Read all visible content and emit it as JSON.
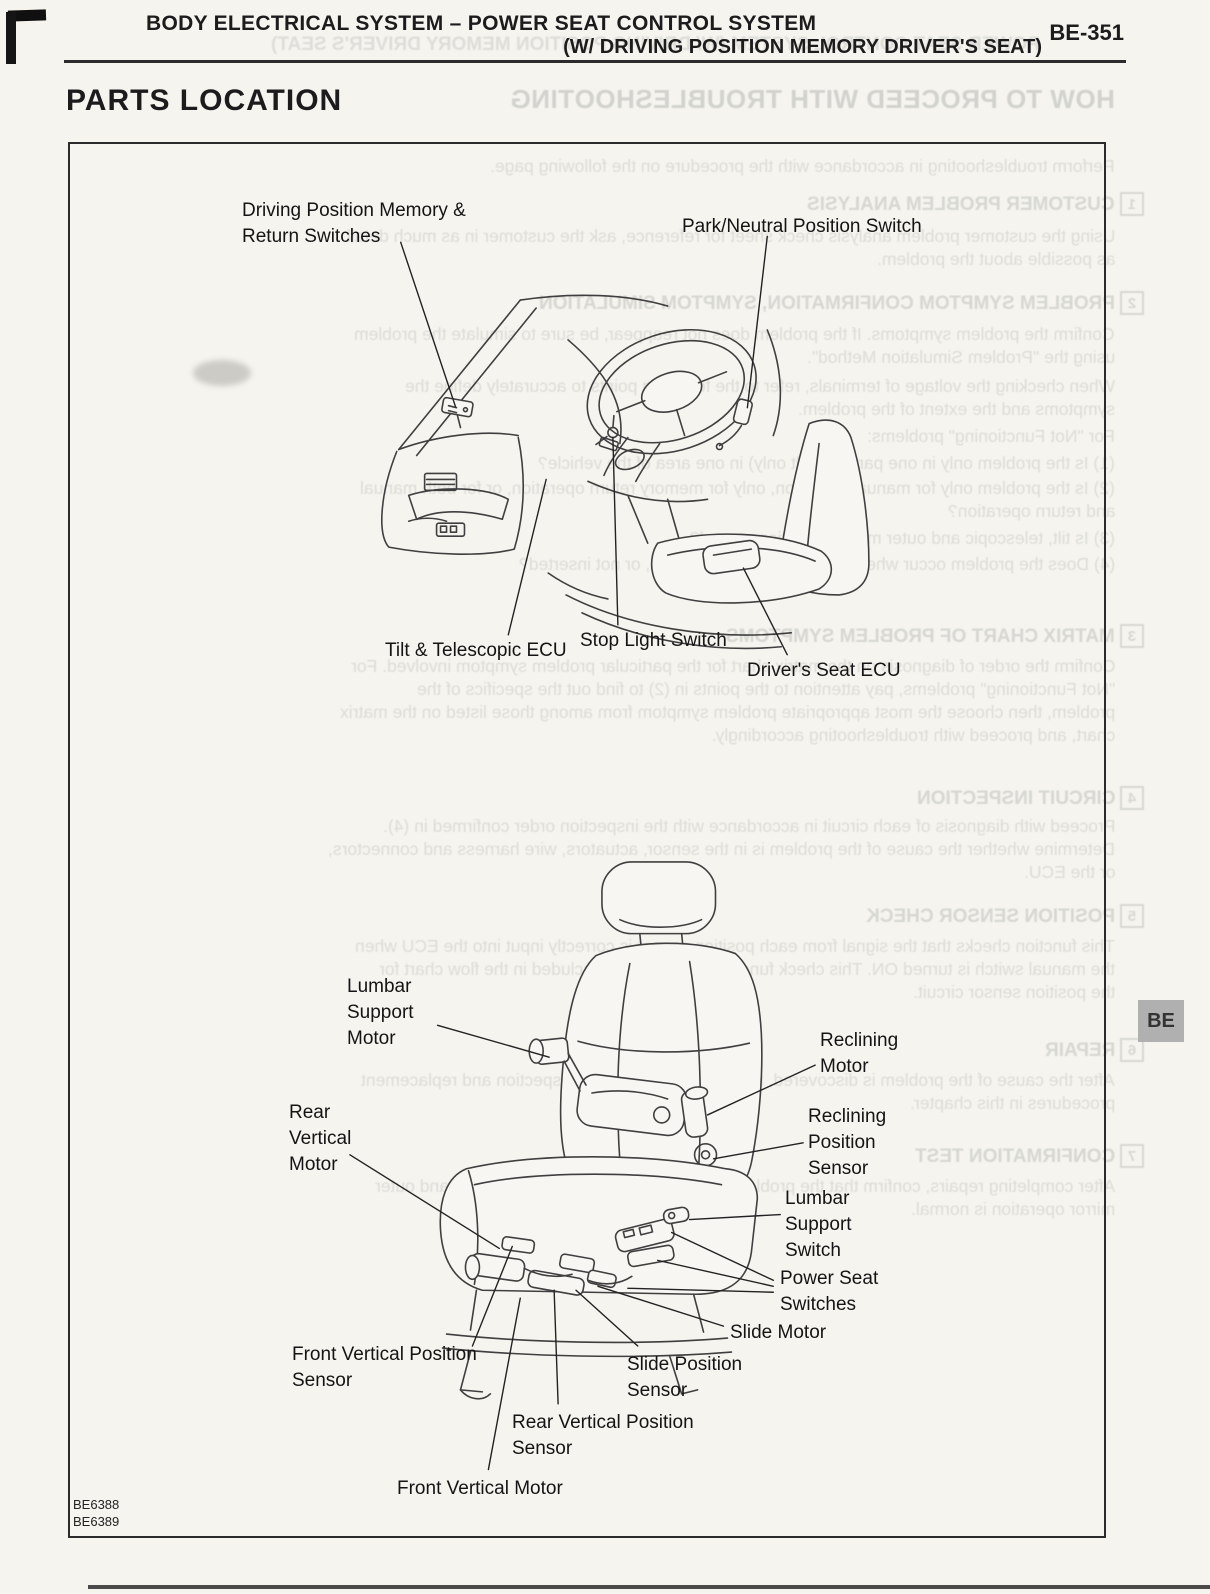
{
  "header": {
    "line1": "BODY ELECTRICAL SYSTEM – POWER SEAT CONTROL SYSTEM",
    "line2": "(W/ DRIVING POSITION MEMORY DRIVER'S SEAT)",
    "page_number": "BE-351"
  },
  "section_title": "PARTS LOCATION",
  "side_tab": {
    "label": "BE"
  },
  "figure": {
    "codes": [
      "BE6388",
      "BE6389"
    ],
    "cockpit_labels": [
      "Driving Position Memory &\nReturn Switches",
      "Park/Neutral Position Switch",
      "Tilt & Telescopic ECU",
      "Stop Light Switch",
      "Driver's Seat ECU"
    ],
    "seat_labels": [
      "Lumbar\nSupport\nMotor",
      "Reclining\nMotor",
      "Rear\nVertical\nMotor",
      "Reclining\nPosition\nSensor",
      "Lumbar\nSupport\nSwitch",
      "Power Seat\nSwitches",
      "Slide Motor",
      "Front Vertical Position\nSensor",
      "Slide Position\nSensor",
      "Rear Vertical Position\nSensor",
      "Front Vertical Motor"
    ]
  },
  "bleedthrough": {
    "lines": [
      "HOW TO PROCEED WITH TROUBLESHOOTING",
      "Perform troubleshooting in accordance with the procedure on the following page.",
      "CUSTOMER PROBLEM ANALYSIS",
      "Using the customer problem analysis check sheet for reference, ask the customer in as much detail",
      "as possible about the problem.",
      "PROBLEM SYMPTOM CONFIRMATION, SYMPTOM SIMULATION",
      "Confirm the problem symptoms. If the problem does not reappear, be sure to simulate the problem",
      "using the \"Problem Simulation Method\".",
      "When checking the voltage of terminals, refer to the following points to accurately define the",
      "symptoms and the extent of the problem.",
      "For \"Not Functioning\" problems:",
      "(1) Is the problem only in one part (e.g. tilt only) in one area of the vehicle?",
      "(2) Is the problem only for manual operation, only for memory return operation, or for both manual",
      "and return operation?",
      "(3) Is tilt, telescopic and outer mirror operation normal?",
      "(4) Does the problem occur when the ignition key is inserted, or not inserted?",
      "MATRIX CHART OF PROBLEM SYMPTOMS",
      "Confirm the order of diagnosis on the matrix chart for the particular problem symptom involved. For",
      "\"Not Functioning\" problems, pay attention to the points in (2) to find out the specifics of the",
      "problem, then choose the most appropriate problem symptom from among those listed on the matrix",
      "chart, and proceed with troubleshooting accordingly.",
      "CIRCUIT INSPECTION",
      "Proceed with diagnosis of each circuit in accordance with the inspection order confirmed in (4).",
      "Determine whether the cause of the problem is in the sensor, actuators, wire harness and connectors,",
      "or the ECU.",
      "POSITION SENSOR CHECK",
      "This function checks that the signal from each position sensor is correctly input into the ECU when",
      "the manual switch is turned ON. This check function is a diagnosis included in the flow chart for",
      "the position sensor circuit.",
      "REPAIR",
      "After the cause of the problem is discovered, repair it by following the inspection and replacement",
      "procedures in this chapter.",
      "CONFIRMATION TEST",
      "After completing repairs, confirm that the problem is corrected, and that tilt, telescopic and outer",
      "mirror operation is normal.",
      "POWER SEAT CONTROL SYSTEM (W/ DRIVING POSITION MEMORY DRIVER'S SEAT)"
    ],
    "step_numbers": [
      "1",
      "2",
      "3",
      "4",
      "5",
      "6",
      "7"
    ]
  },
  "colors": {
    "ink": "#1c1c1c",
    "paper": "#f6f4ef",
    "tab_gray": "#b0b0b0",
    "bleed": "#7d8780",
    "line_art": "#3f3f3f"
  }
}
